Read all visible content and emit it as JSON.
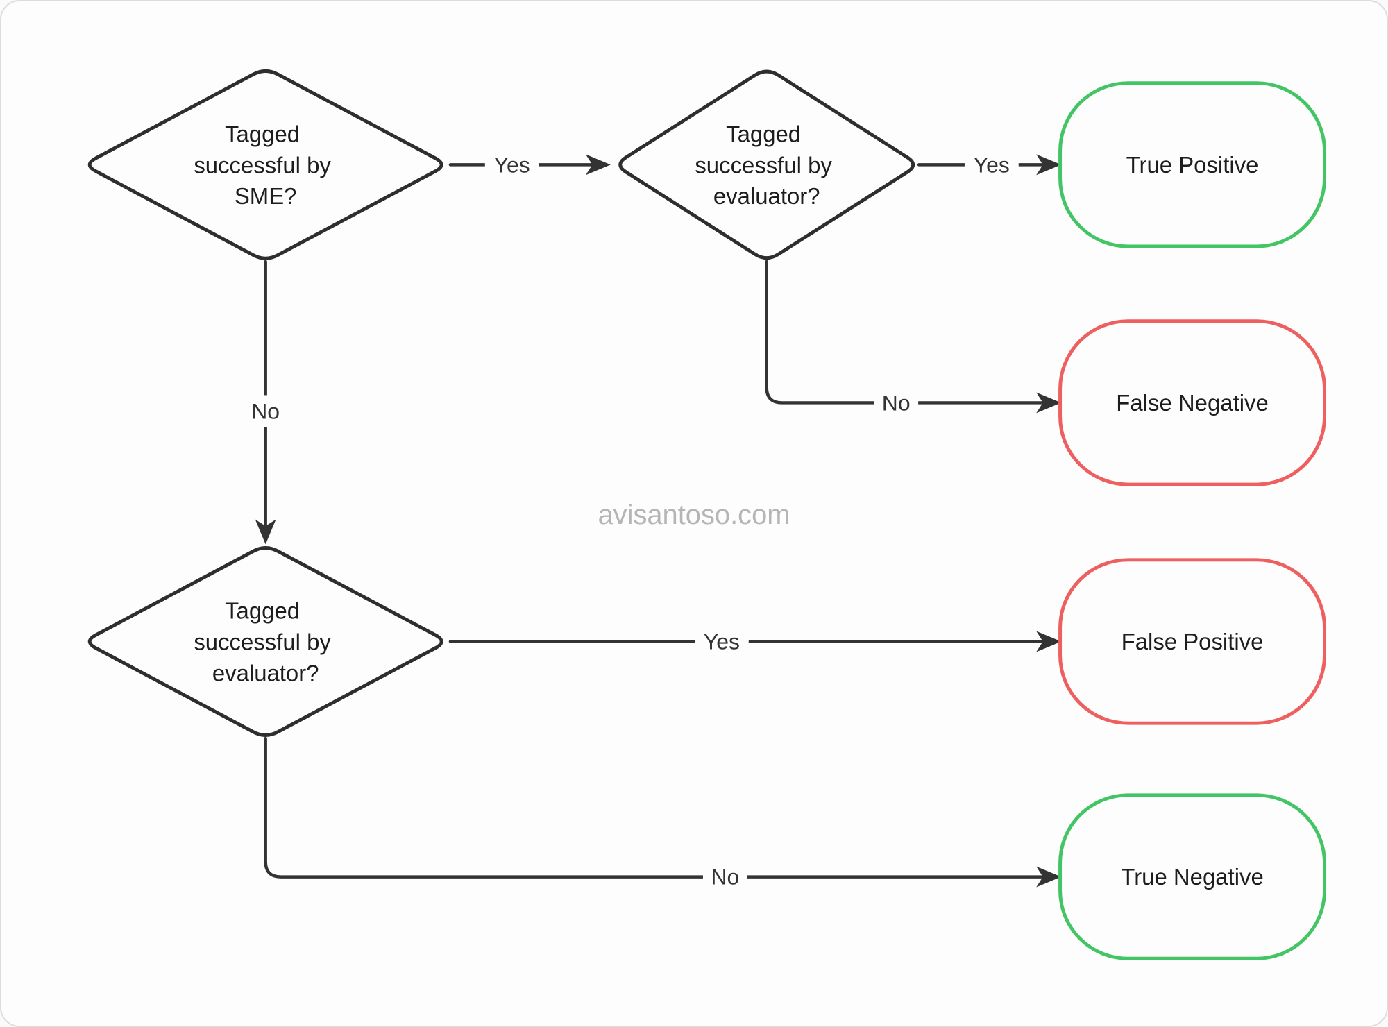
{
  "page": {
    "watermark": "avisantoso.com",
    "background": "#fdfdfd",
    "card_border": "#dcdcdc"
  },
  "colors": {
    "edge": "#333333",
    "node_border": "#2e2e2e",
    "node_fill": "#fdfdfd",
    "node_text": "#1d1d1d",
    "edge_label_text": "#333333",
    "positive_border": "#43c566",
    "negative_border": "#ee5f5f",
    "watermark_text": "#b5b5b5"
  },
  "nodes": {
    "decision_sme": {
      "lines": [
        "Tagged",
        "successful by",
        "SME?"
      ]
    },
    "decision_evaluator_top": {
      "lines": [
        "Tagged",
        "successful by",
        "evaluator?"
      ]
    },
    "decision_evaluator_bottom": {
      "lines": [
        "Tagged",
        "successful by",
        "evaluator?"
      ]
    },
    "true_positive": {
      "label": "True Positive",
      "status": "positive"
    },
    "false_negative": {
      "label": "False Negative",
      "status": "negative"
    },
    "false_positive": {
      "label": "False Positive",
      "status": "negative"
    },
    "true_negative": {
      "label": "True Negative",
      "status": "positive"
    }
  },
  "edges": {
    "sme_to_evaluator": {
      "label": "Yes"
    },
    "evaluator_to_true_positive": {
      "label": "Yes"
    },
    "evaluator_to_false_negative": {
      "label": "No"
    },
    "sme_to_evaluator_bottom": {
      "label": "No"
    },
    "evaluator_bottom_to_false_positive": {
      "label": "Yes"
    },
    "evaluator_bottom_to_true_negative": {
      "label": "No"
    }
  }
}
